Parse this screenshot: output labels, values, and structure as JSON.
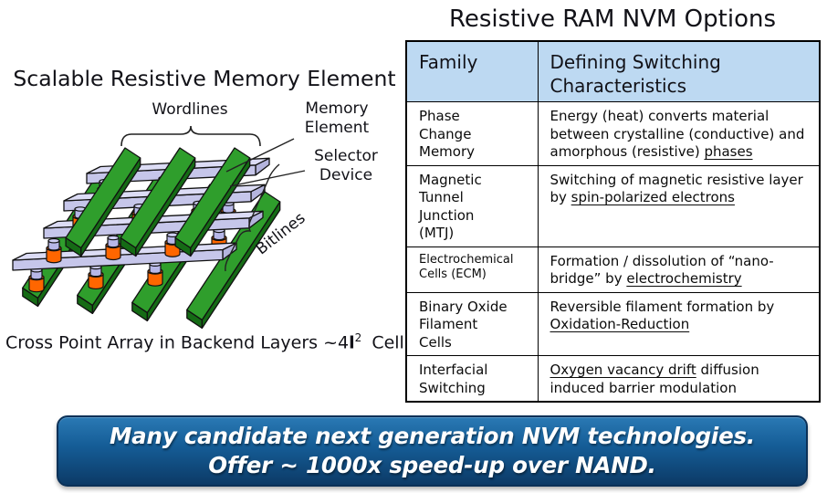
{
  "title_right": "Resistive RAM NVM Options",
  "left": {
    "heading": "Scalable Resistive Memory Element",
    "labels": {
      "wordlines": "Wordlines",
      "memory_element": [
        "Memory",
        "Element"
      ],
      "selector_device": [
        "Selector",
        "Device"
      ],
      "bitlines": "Bitlines"
    },
    "caption_segments": [
      {
        "text": "Cross Point Array in Backend Layers ~4"
      },
      {
        "text": "l",
        "b": true
      },
      {
        "text": "2",
        "sup": true
      },
      {
        "text": " Cell"
      }
    ],
    "diagram_colors": {
      "wordline_top": "#2f9e2c",
      "wordline_side": "#156b15",
      "bitline_top": "#dcdcf5",
      "bitline_front": "#c6c6ea",
      "bitline_cap": "#b4b4dd",
      "memory_lavender": "#b7b7e8",
      "memory_lavender_top": "#cfcff4",
      "selector_orange": "#ff6600",
      "outline": "#111111"
    }
  },
  "table": {
    "header_bg": "#bdd9f2",
    "headers": [
      "Family",
      "Defining Switching\nCharacteristics"
    ],
    "rows": [
      {
        "family": "Phase\nChange\nMemory",
        "desc": [
          {
            "text": "Energy (heat) converts material between crystalline (conductive) and amorphous (resistive) "
          },
          {
            "text": "phases",
            "u": true
          }
        ]
      },
      {
        "family": "Magnetic\nTunnel\nJunction\n(MTJ)",
        "desc": [
          {
            "text": "Switching of magnetic resistive layer by "
          },
          {
            "text": "spin-polarized electrons",
            "u": true
          }
        ]
      },
      {
        "family": "Electrochemical\nCells (ECM)",
        "family_small": true,
        "desc": [
          {
            "text": "Formation / dissolution of “nano-bridge” by "
          },
          {
            "text": "electrochemistry",
            "u": true
          }
        ]
      },
      {
        "family": "Binary Oxide\nFilament\nCells",
        "desc": [
          {
            "text": "Reversible filament formation by "
          },
          {
            "text": "Oxidation-Reduction",
            "u": true
          }
        ]
      },
      {
        "family": "Interfacial\nSwitching",
        "desc": [
          {
            "text": "Oxygen vacancy drift",
            "u": true
          },
          {
            "text": " diffusion induced barrier modulation"
          }
        ]
      }
    ]
  },
  "banner": {
    "lines": [
      "Many candidate next generation NVM technologies.",
      "Offer ~ 1000x speed-up over NAND."
    ],
    "bg_top": "#2a79b4",
    "bg_mid": "#155d97",
    "bg_bottom": "#0c3a66",
    "text_color": "#ffffff"
  }
}
